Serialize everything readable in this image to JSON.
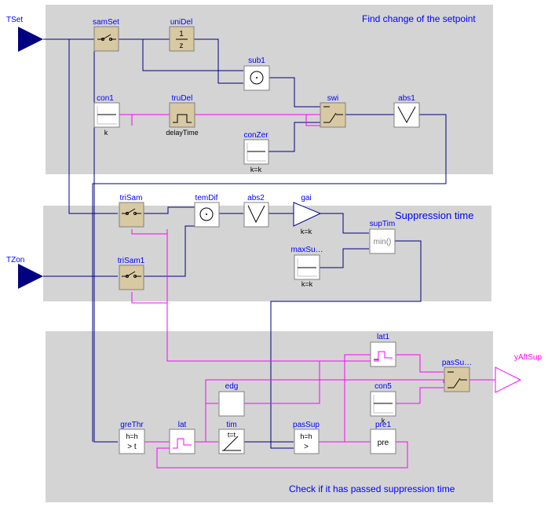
{
  "sections": {
    "setpoint": {
      "title": "Find change of the setpoint"
    },
    "suppression": {
      "title": "Suppression time"
    },
    "check": {
      "title": "Check if it has passed suppression time"
    }
  },
  "io": {
    "tset": "TSet",
    "tzon": "TZon",
    "out": "yAftSup"
  },
  "blocks": {
    "samSet": {
      "label": "samSet"
    },
    "uniDel": {
      "label": "uniDel",
      "num": "1",
      "den": "z"
    },
    "sub1": {
      "label": "sub1"
    },
    "con1": {
      "label": "con1",
      "param": "k"
    },
    "truDel": {
      "label": "truDel",
      "param": "delayTime"
    },
    "swi": {
      "label": "swi"
    },
    "abs1": {
      "label": "abs1"
    },
    "conZer": {
      "label": "conZer",
      "param": "k=k"
    },
    "triSam": {
      "label": "triSam"
    },
    "temDif": {
      "label": "temDif"
    },
    "abs2": {
      "label": "abs2"
    },
    "gai": {
      "label": "gai",
      "param": "k=k"
    },
    "supTim": {
      "label": "supTim",
      "text": "min()"
    },
    "maxSu": {
      "label": "maxSu…",
      "param": "k=k"
    },
    "triSam1": {
      "label": "triSam1"
    },
    "lat1": {
      "label": "lat1"
    },
    "pasSu": {
      "label": "pasSu…"
    },
    "edg": {
      "label": "edg"
    },
    "con5": {
      "label": "con5",
      "param": "k"
    },
    "greThr": {
      "label": "greThr",
      "param": "h=h",
      "text": "> t"
    },
    "lat": {
      "label": "lat"
    },
    "tim": {
      "label": "tim",
      "param": "t=t"
    },
    "pasSup": {
      "label": "pasSup",
      "param": "h=h",
      "text": ">"
    },
    "pre1": {
      "label": "pre1",
      "text": "pre"
    }
  },
  "colors": {
    "section_bg": "#d4d4d4",
    "block_bg": "#ffffff",
    "sampler_bg": "#d8c9a3",
    "real_wire": "#000080",
    "bool_wire": "#ff00ff",
    "label": "#0000ff",
    "input_triangle": "#000080",
    "output_triangle": "#ff00ff"
  }
}
